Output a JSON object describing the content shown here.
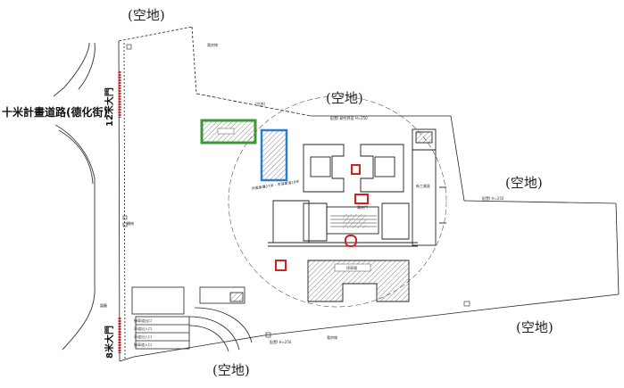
{
  "labels": {
    "open_land_top": "(空地)",
    "open_land_center": "(空地)",
    "open_land_right": "(空地)",
    "open_land_lower_right": "(空地)",
    "open_land_bottom": "(空地)",
    "open_land_small": "(空地)",
    "road_name": "十米計畫道路(德化街)",
    "gate_12m": "12米大門",
    "gate_8m": "8米大門",
    "surround_label": "作業車樓27米 - 市消車道18米",
    "fence_top": "配置Ⅰ 韌性界面 H≈250",
    "fence_right": "配置Ⅰ H≈250",
    "fence_bottom": "配置Ⅰ H≈250",
    "electric_room": "電房門",
    "parking_label": "停車場",
    "stair_label": "樓梯",
    "building_label": "新工業區",
    "wall_small_1": "電房線",
    "wall_small_2": "電房線",
    "wall_small_3": "圍籬",
    "lane_labels": [
      "機車道出口",
      "車道出入口",
      "車道出入口",
      "機車道入口"
    ]
  },
  "colors": {
    "green_zone": "#3a9a3a",
    "blue_zone": "#2a7fd0",
    "red_marker": "#d42020",
    "line": "#222222",
    "hatch": "#888888"
  }
}
